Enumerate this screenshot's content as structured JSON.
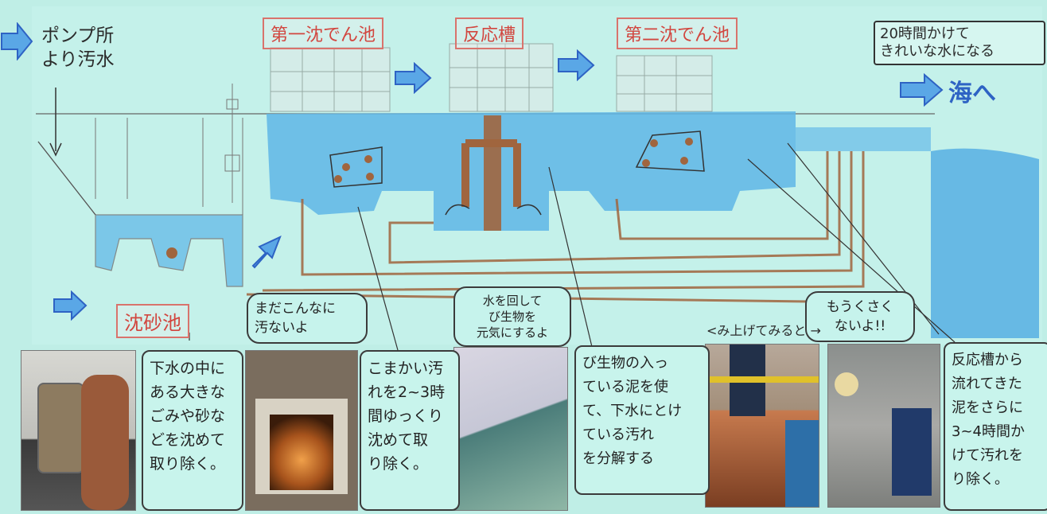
{
  "stages": {
    "pump": "ポンプ所\nより汚水",
    "grit": "沈砂池",
    "first": "第一沈でん池",
    "reactor": "反応槽",
    "second": "第二沈でん池",
    "sea": "海へ"
  },
  "top_box": "20時間かけて\nきれいな水になる",
  "bubbles": {
    "still_dirty": "まだこんなに\n汚ないよ",
    "spin_water": "水を回して\nび生物を\n元気にするよ",
    "no_smell": "もうくさく\nないよ!!"
  },
  "caption_lift": "<み上げてみると →",
  "notes": {
    "grit": "下水の中に\nある大きな\nごみや砂な\nどを沈めて\n取り除く。",
    "first": "こまかい汚\nれを2~3時\n間ゆっくり\n沈めて取\nり除く。",
    "reactor": "び生物の入っ\nている泥を使\nて、下水にとけ\nている汚れ\nを分解する",
    "second": "反応槽から\n流れてきた\n泥をさらに\n3~4時間か\nけて汚れを\nり除く。"
  },
  "colors": {
    "water": "#5fb6e6",
    "sludge": "#a0653e",
    "red": "#d2463f",
    "paper": "#bfeee6"
  }
}
